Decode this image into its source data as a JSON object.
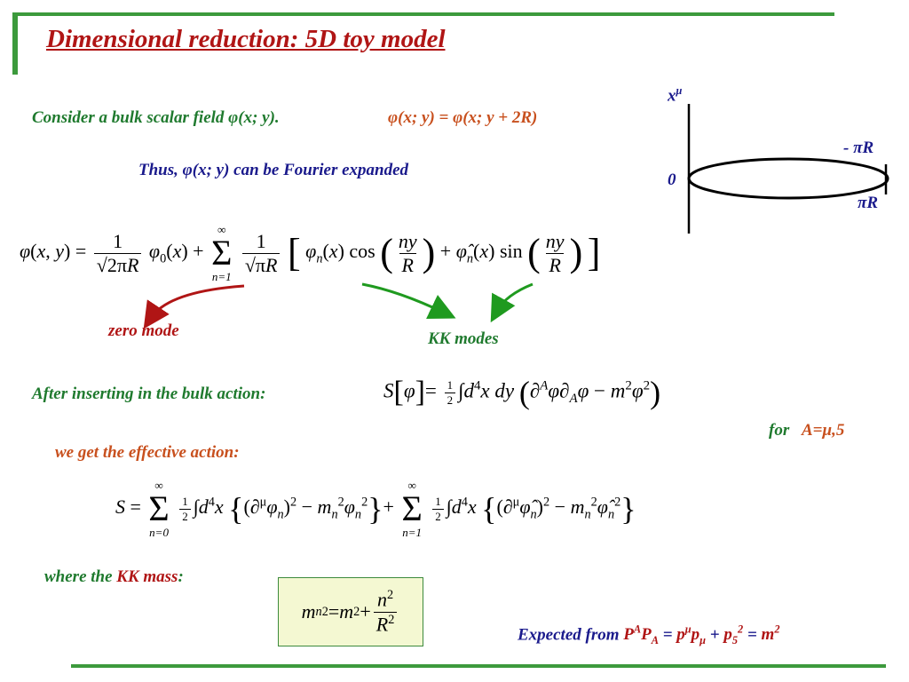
{
  "slide": {
    "title": "Dimensional reduction: 5D toy model",
    "line1_left": "Consider a bulk scalar field φ(x; y).",
    "line1_right": "φ(x; y) = φ(x; y + 2R)",
    "line2": "Thus, φ(x; y) can be Fourier expanded",
    "label_zero_mode": "zero mode",
    "label_kk_modes": "KK modes",
    "after_inserting": "After inserting in the bulk action:",
    "for_label": "for",
    "for_value": "A=μ,5",
    "effective_action": "we get the effective action:",
    "where_the": "where the",
    "kk_mass": "KK mass",
    "colon": ":",
    "expected_from": "Expected from"
  },
  "diagram": {
    "axis_label": "xμ",
    "zero": "0",
    "minus_pi_r": "- πR",
    "pi_r": "πR"
  },
  "colors": {
    "green": "#1f7a2e",
    "red": "#b01515",
    "orange": "#c8501e",
    "navy": "#1a1a8c",
    "bar_green": "#3c9a3c",
    "box_fill": "#f4f8d2"
  }
}
